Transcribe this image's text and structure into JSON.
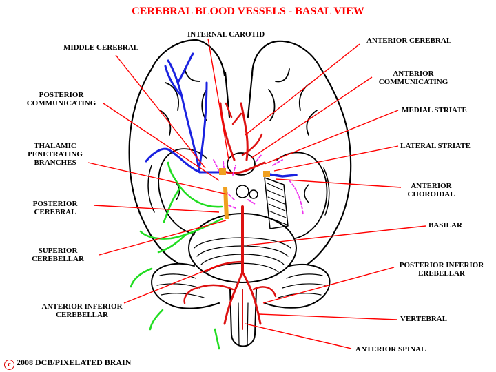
{
  "title": "CEREBRAL BLOOD VESSELS - BASAL VIEW",
  "labels": {
    "internal_carotid": "INTERNAL CAROTID",
    "middle_cerebral": "MIDDLE CEREBRAL",
    "anterior_cerebral": "ANTERIOR CEREBRAL",
    "anterior_communicating": [
      "ANTERIOR",
      "COMMUNICATING"
    ],
    "posterior_communicating": [
      "POSTERIOR",
      "COMMUNICATING"
    ],
    "medial_striate": "MEDIAL STRIATE",
    "lateral_striate": "LATERAL STRIATE",
    "thalamic_penetrating": [
      "THALAMIC",
      "PENETRATING",
      "BRANCHES"
    ],
    "anterior_choroidal": [
      "ANTERIOR",
      "CHOROIDAL"
    ],
    "posterior_cerebral": [
      "POSTERIOR",
      "CEREBRAL"
    ],
    "basilar": "BASILAR",
    "superior_cerebellar": [
      "SUPERIOR",
      "CEREBELLAR"
    ],
    "posterior_inferior_cerebellar": [
      "POSTERIOR INFERIOR",
      "EREBELLAR"
    ],
    "anterior_inferior_cerebellar": [
      "ANTERIOR INFERIOR",
      "CEREBELLAR"
    ],
    "vertebral": "VERTEBRAL",
    "anterior_spinal": "ANTERIOR SPINAL"
  },
  "credit": {
    "symbol": "c",
    "text": "2008  DCB/PIXELATED BRAIN"
  },
  "colors": {
    "title": "#ff0000",
    "leader_lines": "#ff0000",
    "arteries_red": "#dd1111",
    "middle_cerebral_blue": "#1a22e0",
    "cerebellar_green": "#22dd22",
    "striate_magenta": "#ee33ee",
    "choroidal_orange": "#f0a020",
    "outline": "#000000"
  }
}
